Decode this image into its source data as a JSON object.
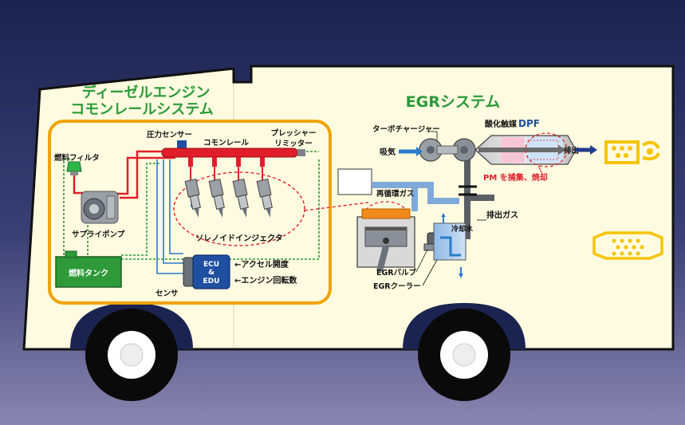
{
  "titles": {
    "diesel_line1": "ディーゼルエンジン",
    "diesel_line2": "コモンレールシステム",
    "egr_system": "EGRシステム"
  },
  "common_rail": {
    "pressure_sensor": "圧力センサー",
    "common_rail": "コモンレール",
    "pressure_limiter_line1": "プレッシャー",
    "pressure_limiter_line2": "リミッター",
    "fuel_filter": "燃料フィルタ",
    "supply_pump": "サプライポンプ",
    "solenoid_injector": "ソレノイドインジェクタ",
    "fuel_tank": "燃料タンク",
    "ecu_line1": "ECU",
    "ecu_line2": "&",
    "ecu_line3": "EDU",
    "accelerator": "←アクセル開度",
    "engine_speed": "←エンジン回転数",
    "sensor": "センサ"
  },
  "egr": {
    "turbocharger": "ターボチャージャー",
    "oxidation_catalyst": "酸化触媒",
    "dpf": "DPF",
    "intake": "吸気",
    "exhaust_out": "排出",
    "pm_capture": "PM を捕集、焼却",
    "recirculated_gas": "再循環ガス",
    "exhaust_gas": "排出ガス",
    "coolant": "冷却水",
    "egr_valve": "EGRバルブ",
    "egr_cooler": "EGRクーラー"
  },
  "colors": {
    "background_top": "#1b2350",
    "background_bottom": "#8a85b0",
    "truck_body": "#fffbe0",
    "title_green": "#2a9a37",
    "panel_border": "#f0a300",
    "rail_red": "#e01e2a",
    "pipe_blue": "#2b7bc9",
    "tank_green": "#2e9a3a",
    "ecu_blue": "#1f4fa0",
    "exhaust_icon": "#f5c400"
  },
  "icons": [
    "exhaust-particle-icon",
    "muffler-filter-icon",
    "intake-arrow-icon",
    "exhaust-arrow-icon"
  ]
}
